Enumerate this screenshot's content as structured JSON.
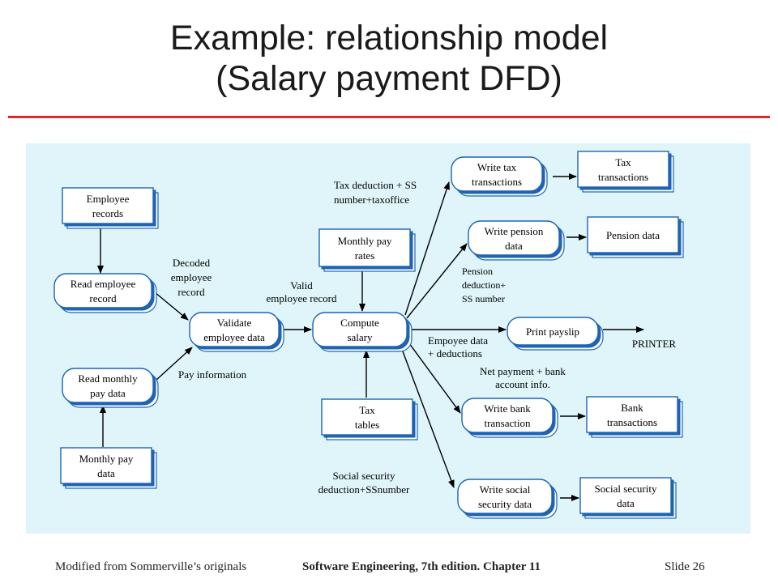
{
  "slide": {
    "title_line1": "Example: relationship model",
    "title_line2": "(Salary payment DFD)",
    "footer_left": "Modified from Sommerville’s originals",
    "footer_center": "Software Engineering, 7th edition. Chapter 11",
    "footer_right": "Slide  26"
  },
  "colors": {
    "title_rule": "#e2262b",
    "panel": "#dff5f9",
    "node_border": "#1f64b4",
    "node_fill": "#ffffff"
  },
  "diagram": {
    "stores": {
      "employee_records": [
        "Employee",
        "records"
      ],
      "monthly_pay_data_store": [
        "Monthly  pay",
        "data"
      ],
      "monthly_pay_rates": [
        "Monthly pay",
        "rates"
      ],
      "tax_tables": [
        "Tax",
        "tables"
      ],
      "tax_transactions": [
        "Tax",
        "transactions"
      ],
      "pension_data": [
        "Pension data"
      ],
      "bank_transactions": [
        "Bank",
        "transactions"
      ],
      "social_security_data": [
        "Social security",
        "data"
      ]
    },
    "processes": {
      "read_employee_record": [
        "Read employee",
        "record"
      ],
      "read_monthly_pay_data": [
        "Read monthly",
        "pay data"
      ],
      "validate_employee_data": [
        "Validate",
        "employee data"
      ],
      "compute_salary": [
        "Compute",
        "salary"
      ],
      "write_tax_transactions": [
        "Write tax",
        "transactions"
      ],
      "write_pension_data": [
        "Write pension",
        "data"
      ],
      "print_payslip": [
        "Print payslip"
      ],
      "write_bank_transaction": [
        "Write bank",
        "transaction"
      ],
      "write_social_security_data": [
        "Write social",
        "security data"
      ]
    },
    "flows": {
      "decoded_employee_record": [
        "Decoded",
        "employee",
        "record"
      ],
      "pay_information": [
        "Pay information"
      ],
      "valid_employee_record": [
        "Valid",
        "employee record"
      ],
      "tax_deduction_ss": [
        "Tax deduction + SS",
        "number+taxoffice"
      ],
      "pension_deduction": [
        "Pension",
        "deduction+",
        "SS number"
      ],
      "employee_data_deductions": [
        "Empoyee data",
        "+ deductions"
      ],
      "net_payment_bank": [
        "Net payment + bank",
        "account info."
      ],
      "social_security_deduction": [
        "Social security",
        "deduction+SSnumber"
      ],
      "printer": [
        "PRINTER"
      ]
    }
  }
}
